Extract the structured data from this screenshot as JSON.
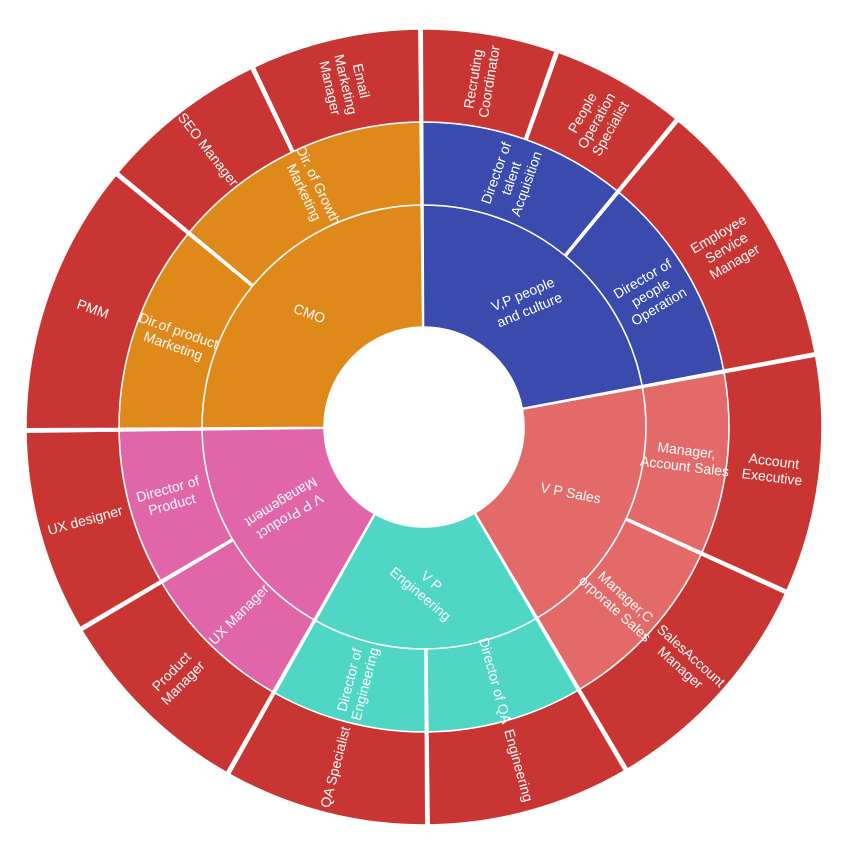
{
  "chart_data": {
    "type": "sunburst",
    "colors": {
      "cmo": "#e0891b",
      "people": "#3a4aad",
      "sales": "#e46a6a",
      "engineering": "#4fd6c4",
      "product": "#e066a9",
      "outer_ring": "#c83532",
      "background": "#ffffff"
    },
    "nodes": [
      {
        "id": "cmo",
        "label": "CMO",
        "color": "cmo",
        "value": 90,
        "children": [
          {
            "id": "dir-product-marketing",
            "label": "Dir.of product Marketing",
            "value": 40,
            "children": [
              {
                "id": "pmm",
                "label": "PMM",
                "value": 40
              }
            ]
          },
          {
            "id": "dir-growth-marketing",
            "label": "Dir. of Growth Marketing",
            "value": 50,
            "children": [
              {
                "id": "seo-manager",
                "label": "SEO Manager",
                "value": 25
              },
              {
                "id": "email-marketing-manager",
                "label": "Email Marketing Manager",
                "value": 25
              }
            ]
          }
        ]
      },
      {
        "id": "vp-people",
        "label": "V,P people and culture",
        "color": "people",
        "value": 80,
        "children": [
          {
            "id": "dir-talent",
            "label": "Director of talent Acquisition",
            "value": 40,
            "children": [
              {
                "id": "recruiting-coordinator",
                "label": "Recruting Coordinator",
                "value": 20
              },
              {
                "id": "people-operation-specialist",
                "label": "People Operation Specialist",
                "value": 20
              }
            ]
          },
          {
            "id": "dir-people-op",
            "label": "Director of people Operation",
            "value": 40,
            "children": [
              {
                "id": "employee-service-manager",
                "label": "Employee Service Manager",
                "value": 40
              }
            ]
          }
        ]
      },
      {
        "id": "vp-sales",
        "label": "V P Sales",
        "color": "sales",
        "value": 70,
        "children": [
          {
            "id": "mgr-account-sales",
            "label": "Manager, Account Sales",
            "value": 35,
            "children": [
              {
                "id": "account-executive",
                "label": "Account Executive",
                "value": 35
              }
            ]
          },
          {
            "id": "mgr-corporate-sales",
            "label": "Manager,C orporate Sales",
            "value": 35,
            "children": [
              {
                "id": "sales-account-manager",
                "label": "SalesAccount Manager",
                "value": 35
              }
            ]
          }
        ]
      },
      {
        "id": "vp-engineering",
        "label": "V P Engineering",
        "color": "engineering",
        "value": 60,
        "children": [
          {
            "id": "dir-qa",
            "label": "Director of QA",
            "value": 30,
            "children": [
              {
                "id": "engineering-leaf",
                "label": "Engineering",
                "value": 30
              }
            ]
          },
          {
            "id": "dir-engineering",
            "label": "Director of Engineering",
            "value": 30,
            "children": [
              {
                "id": "qa-specialist",
                "label": "QA Specialist",
                "value": 30
              }
            ]
          }
        ]
      },
      {
        "id": "vp-product",
        "label": "V P Product Management",
        "color": "product",
        "value": 60,
        "children": [
          {
            "id": "ux-manager",
            "label": "UX Manager",
            "value": 30,
            "children": [
              {
                "id": "product-manager",
                "label": "Product Manager",
                "value": 30
              }
            ]
          },
          {
            "id": "dir-product",
            "label": "Director of Product",
            "value": 30,
            "children": [
              {
                "id": "ux-designer",
                "label": "UX designer",
                "value": 30
              }
            ]
          }
        ]
      }
    ]
  }
}
